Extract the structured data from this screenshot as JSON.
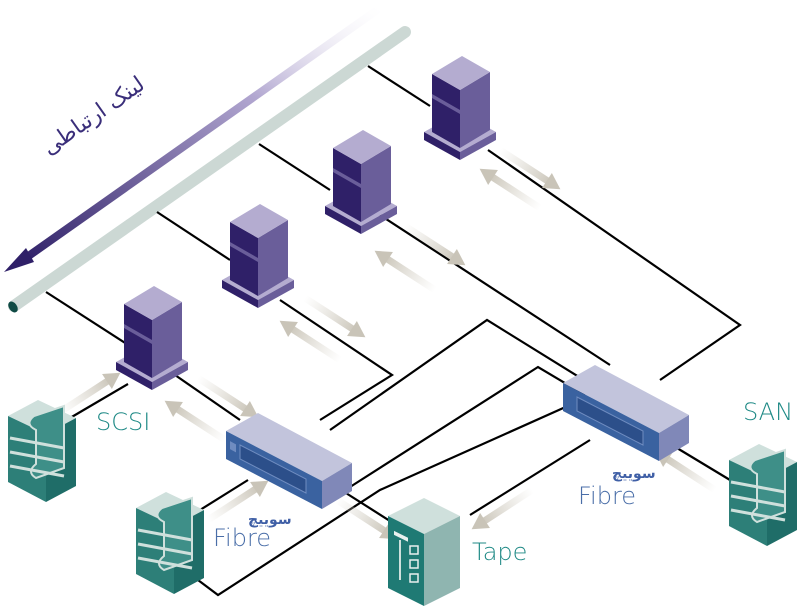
{
  "diagram": {
    "title": "Storage Area Network topology",
    "backbone": {
      "label": "لینک ارتباطی",
      "label_color": "#3a2e7a"
    },
    "servers": [
      {
        "id": "server-1"
      },
      {
        "id": "server-2"
      },
      {
        "id": "server-3"
      },
      {
        "id": "server-4"
      },
      {
        "id": "server-5"
      }
    ],
    "switches": [
      {
        "id": "switch-left",
        "label_fa": "سوییچ",
        "label_en": "Fibre"
      },
      {
        "id": "switch-right",
        "label_fa": "سوییچ",
        "label_en": "Fibre"
      }
    ],
    "storage": [
      {
        "id": "scsi-disk",
        "label": "SCSI"
      },
      {
        "id": "fibre-disk",
        "label": ""
      },
      {
        "id": "san-disk",
        "label": "SAN"
      }
    ],
    "tape": {
      "id": "tape-library",
      "label": "Tape"
    },
    "colors": {
      "server_top": "#b4acd0",
      "server_front": "#2f2068",
      "server_side": "#6a5e9a",
      "switch_top": "#c2c4dc",
      "switch_front": "#3a62a0",
      "switch_side": "#8088b8",
      "disk_top": "#cfe0dc",
      "disk_front": "#2d7f78",
      "disk_side": "#1f6d68",
      "label_teal": "#1f8a86",
      "label_blue": "#4a6ea8",
      "cable": "#000000",
      "arrow": "#cfcbc0",
      "backbone_pipe": "#ccd8d4"
    }
  }
}
